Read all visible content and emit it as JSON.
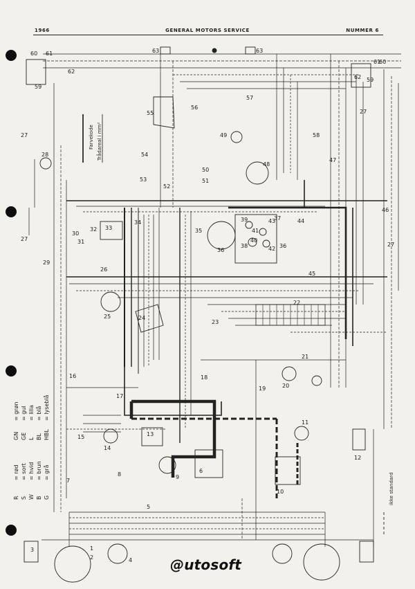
{
  "header": {
    "year": "1966",
    "title": "GENERAL MOTORS SERVICE",
    "number": "NUMMER 6"
  },
  "colors": {
    "paper": "#f3f1ec",
    "ink": "#1e1e1e"
  },
  "legend_key": {
    "color_code": "Farvekode",
    "wire_size": "Trådareal i mm²"
  },
  "legend_left": [
    {
      "code": "R",
      "meaning": "= rød"
    },
    {
      "code": "S",
      "meaning": "= sort"
    },
    {
      "code": "W",
      "meaning": "= hvid"
    },
    {
      "code": "B",
      "meaning": "= brun"
    },
    {
      "code": "G",
      "meaning": "= grå"
    }
  ],
  "legend_right": [
    {
      "code": "GN",
      "meaning": "= grøn"
    },
    {
      "code": "GE",
      "meaning": "= gul"
    },
    {
      "code": "L",
      "meaning": "= lilla"
    },
    {
      "code": "BL",
      "meaning": "= blå"
    },
    {
      "code": "HBL",
      "meaning": "= lyseblå"
    }
  ],
  "dashed_note": "ikke standard",
  "components": [
    "1",
    "2",
    "3",
    "4",
    "5",
    "6",
    "7",
    "8",
    "9",
    "10",
    "11",
    "12",
    "13",
    "14",
    "15",
    "16",
    "17",
    "18",
    "19",
    "20",
    "21",
    "22",
    "23",
    "24",
    "25",
    "26",
    "27",
    "28",
    "29",
    "30",
    "31",
    "32",
    "33",
    "34",
    "35",
    "36",
    "37",
    "38",
    "39",
    "40",
    "41",
    "42",
    "43",
    "44",
    "45",
    "46",
    "47",
    "48",
    "49",
    "50",
    "51",
    "52",
    "53",
    "54",
    "55",
    "56",
    "57",
    "58",
    "59",
    "60",
    "61",
    "62",
    "63"
  ],
  "watermark": "@utosoft"
}
